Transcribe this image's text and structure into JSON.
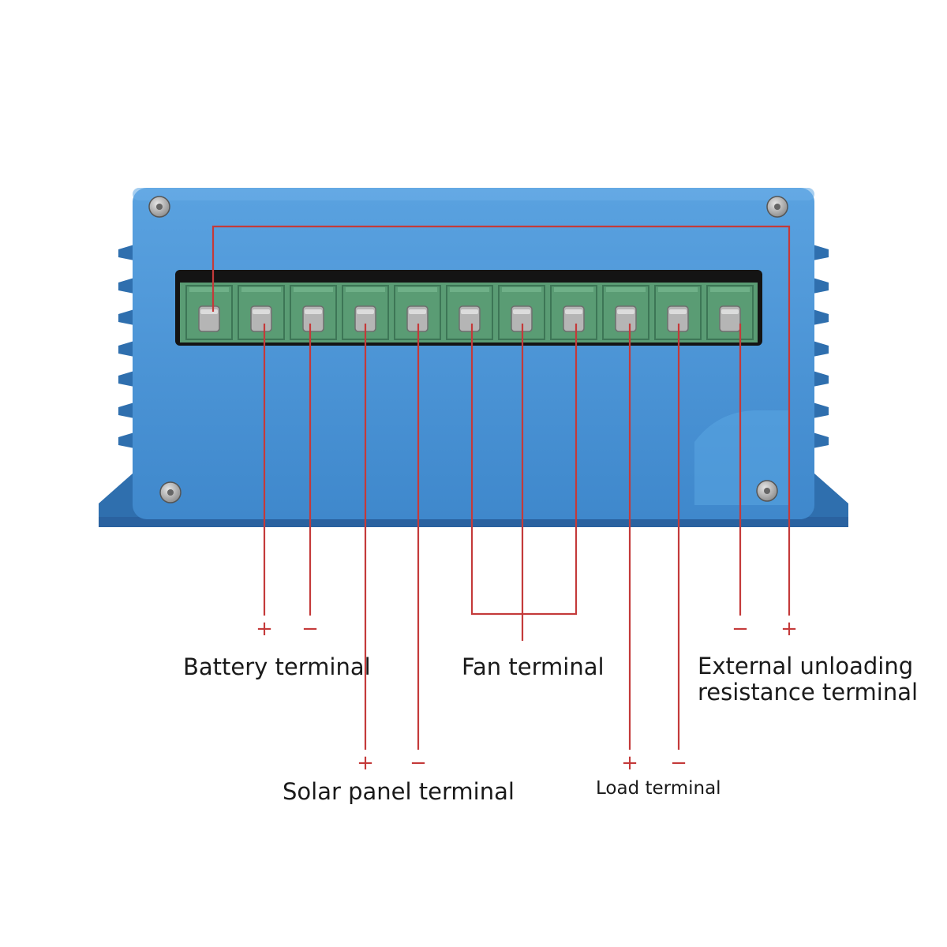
{
  "colors": {
    "housing": "#4a95d8",
    "housing_dark": "#2f6fae",
    "terminal_block": "#5a9c74",
    "screw": "#b5b5b5",
    "wire": "#c43a3a",
    "text": "#1a1a1a"
  },
  "labels": {
    "battery": "Battery terminal",
    "fan": "Fan terminal",
    "external_line1": "External unloading",
    "external_line2": "resistance terminal",
    "solar": "Solar panel terminal",
    "load": "Load terminal"
  },
  "signs": {
    "battery_pos": "+",
    "battery_neg": "−",
    "solar_pos": "+",
    "solar_neg": "−",
    "load_pos": "+",
    "load_neg": "−",
    "external_neg": "−",
    "external_pos": "+"
  },
  "terminals": {
    "count": 11,
    "icon": "screw-terminal-icon"
  }
}
